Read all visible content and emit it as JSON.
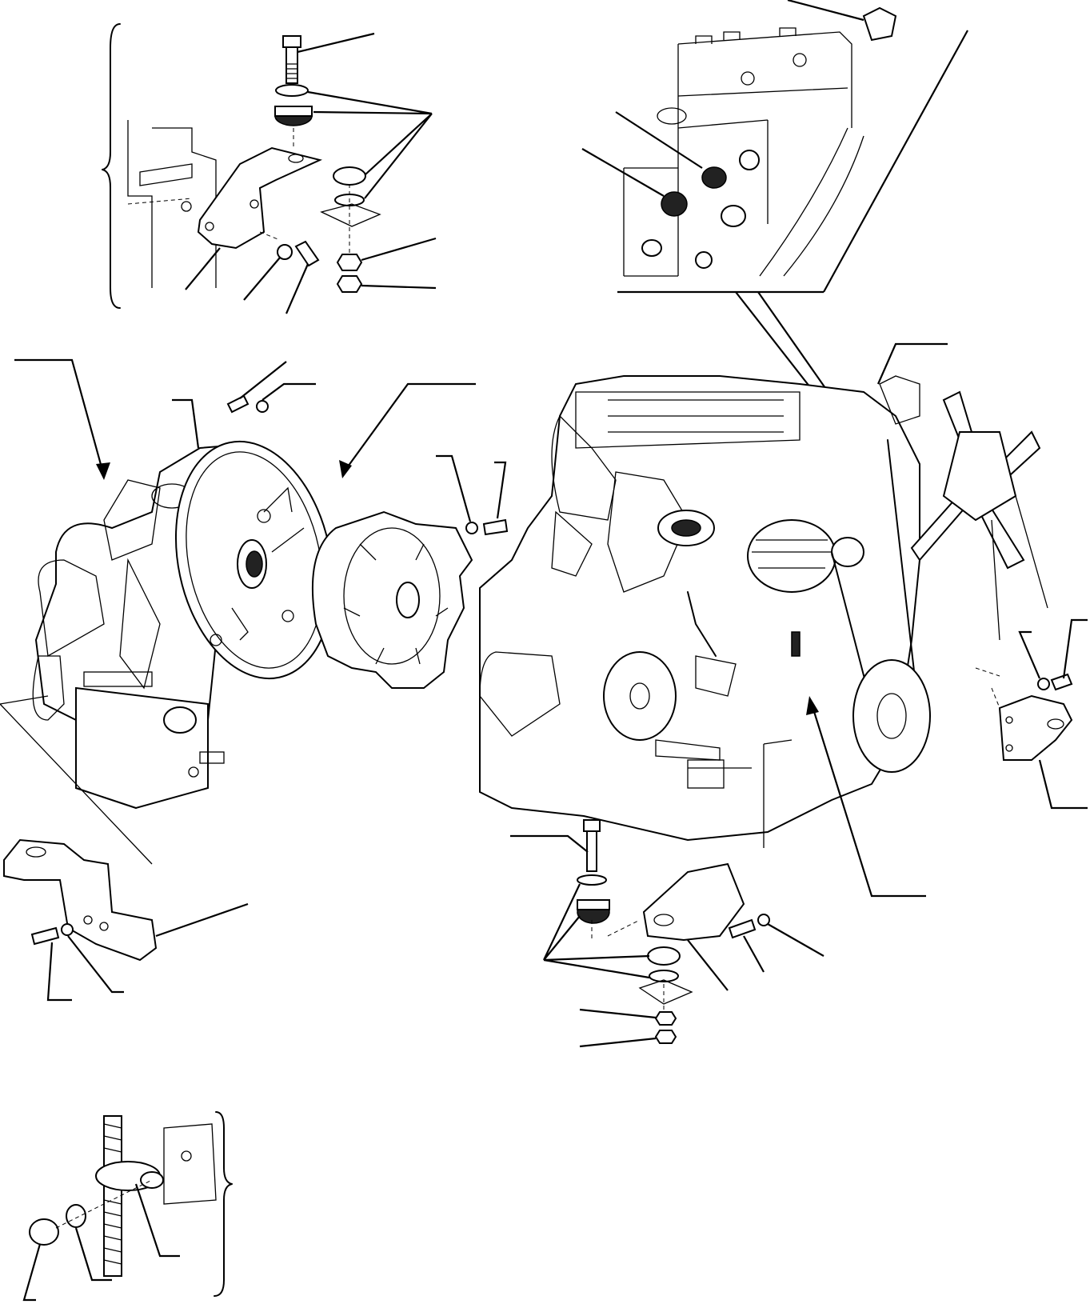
{
  "figure": {
    "kind": "exploded-parts-diagram",
    "background": "#ffffff",
    "ink": "#000000",
    "text_labels": []
  },
  "groups": [
    {
      "id": "engine-mount-bracket-detail",
      "interactable": false
    },
    {
      "id": "fuel-sensor-detail",
      "interactable": false
    },
    {
      "id": "transmission-assembly",
      "interactable": false
    },
    {
      "id": "flywheel-housing",
      "interactable": false
    },
    {
      "id": "drive-plate",
      "interactable": false
    },
    {
      "id": "engine-assembly",
      "interactable": false
    },
    {
      "id": "cooling-fan",
      "interactable": false
    },
    {
      "id": "rear-mount-bracket",
      "interactable": false
    },
    {
      "id": "front-mount-bracket",
      "interactable": false
    },
    {
      "id": "front-mount-hardware",
      "interactable": false
    },
    {
      "id": "hose-clamp-detail",
      "interactable": false
    }
  ]
}
